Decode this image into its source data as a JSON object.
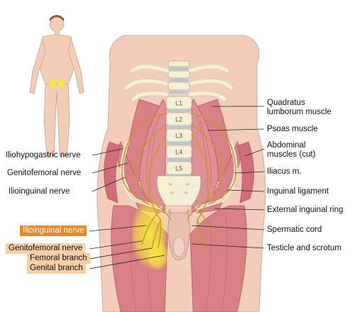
{
  "labels": {
    "right": {
      "quadratus_line1": "Quadratus",
      "quadratus_line2": "lumborum muscle",
      "psoas": "Psoas muscle",
      "abdominal_line1": "Abdominal",
      "abdominal_line2": "muscles (cut)",
      "iliacus": "Iliacus m.",
      "inguinal_ligament": "Inguinal ligament",
      "external_inguinal_ring": "External inguinal ring",
      "spermatic_cord": "Spermatic cord",
      "testicle_scrotum": "Testicle and scrotum"
    },
    "left": {
      "iliohypogastric": "Iliohypogastric nerve",
      "genitofemoral": "Genitofemoral nerve",
      "ilioinguinal": "Ilioinguinal nerve"
    },
    "highlighted": {
      "ilioinguinal": "Ilioinguinal nerve",
      "genitofemoral": "Genitofemoral nerve",
      "femoral_branch": "Femoral branch",
      "genital_branch": "Genital branch"
    },
    "vertebrae": [
      "L1",
      "L2",
      "L3",
      "L4",
      "L5"
    ]
  },
  "colors": {
    "skin": "#f2cdbb",
    "muscle": "#d97f86",
    "muscle_dark": "#b9555f",
    "bone": "#f4efd6",
    "disc": "#b8c8d8",
    "nerve": "#c79a2a",
    "highlight": "#f7ea3a",
    "label_orange": "#e58a2b",
    "label_peach": "#f6cfa8"
  }
}
